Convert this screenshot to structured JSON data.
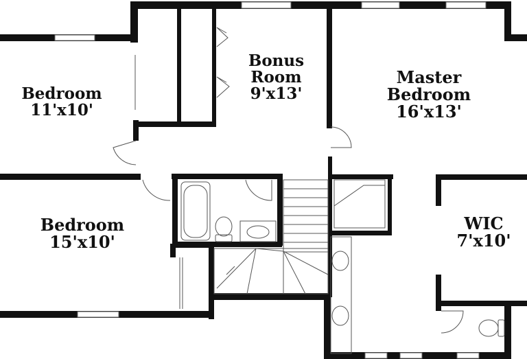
{
  "colors": {
    "wall": "#111111",
    "fixture": "#555555",
    "background": "#ffffff"
  },
  "rooms": {
    "bedroom_a": {
      "name": "Bedroom",
      "size": "11'x10'"
    },
    "bonus_room": {
      "name_line1": "Bonus",
      "name_line2": "Room",
      "size": "9'x13'"
    },
    "master_bedroom": {
      "name_line1": "Master",
      "name_line2": "Bedroom",
      "size": "16'x13'"
    },
    "bedroom_b": {
      "name": "Bedroom",
      "size": "15'x10'"
    },
    "wic": {
      "name": "WIC",
      "size": "7'x10'"
    }
  }
}
